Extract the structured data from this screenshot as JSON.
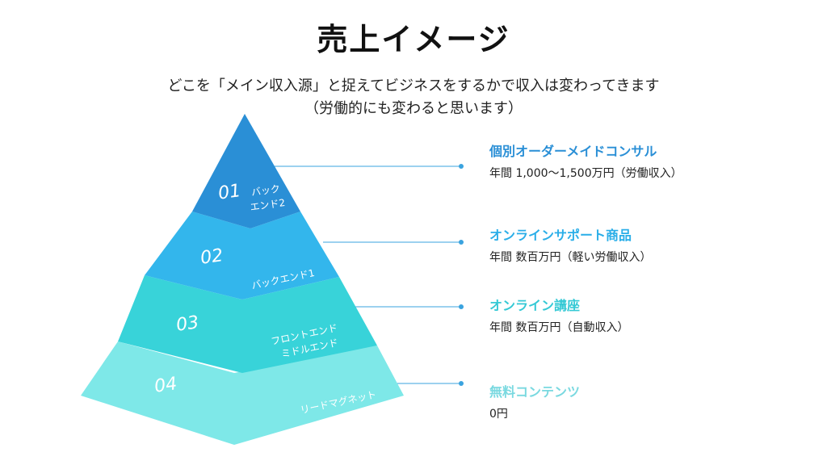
{
  "title": "売上イメージ",
  "subtitle": {
    "line1": "どこを「メイン収入源」と捉えてビジネスをするかで収入は変わってきます",
    "line2": "（労働的にも変わると思います）"
  },
  "levels": [
    {
      "number": "01",
      "name_lines": [
        "バック",
        "エンド2"
      ],
      "heading": "個別オーダーメイドコンサル",
      "description": "年間 1,000〜1,500万円（労働収入）",
      "color": "#2a8fd6",
      "heading_color": "#2a8fd6"
    },
    {
      "number": "02",
      "name_lines": [
        "バックエンド1"
      ],
      "heading": "オンラインサポート商品",
      "description": "年間 数百万円（軽い労働収入）",
      "color": "#33b6ec",
      "heading_color": "#2aaee8"
    },
    {
      "number": "03",
      "name_lines": [
        "フロントエンド",
        "ミドルエンド"
      ],
      "heading": "オンライン講座",
      "description": "年間 数百万円（自動収入）",
      "color": "#38d3d9",
      "heading_color": "#35c9d5"
    },
    {
      "number": "04",
      "name_lines": [
        "リードマグネット"
      ],
      "heading": "無料コンテンツ",
      "description": "0円",
      "color": "#7ee8e8",
      "heading_color": "#7ad9e0"
    }
  ],
  "connector_color": "#3aa3df"
}
